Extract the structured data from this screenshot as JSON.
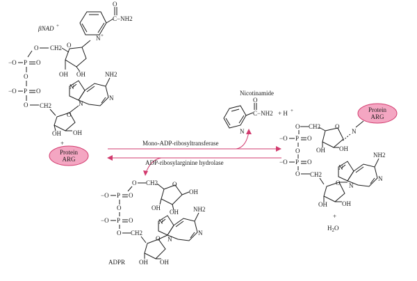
{
  "labels": {
    "bnad": "βNAD",
    "bnad_sup": "+",
    "nicotinamide": "Nicotinamide",
    "protein_line1": "Protein",
    "protein_line2": "ARG",
    "plus": "+",
    "plus_h": "+ H",
    "h_sup": "+",
    "h2o": "H2O",
    "adpr": "ADPR",
    "enzyme_forward": "Mono-ADP-ribosyltransferase",
    "enzyme_reverse": "ADP-ribosylarginine hydrolase",
    "o": "O",
    "c": "C",
    "n": "N",
    "ch2": "CH2",
    "nh2": "NH2",
    "oh": "OH",
    "p": "P",
    "minus_o": "−O",
    "c_nh2": "C−NH2"
  },
  "colors": {
    "arrow": "#d23a6e",
    "protein_fill": "#f4a6c2",
    "protein_stroke": "#d23a6e",
    "ink": "#1a1a1a"
  }
}
